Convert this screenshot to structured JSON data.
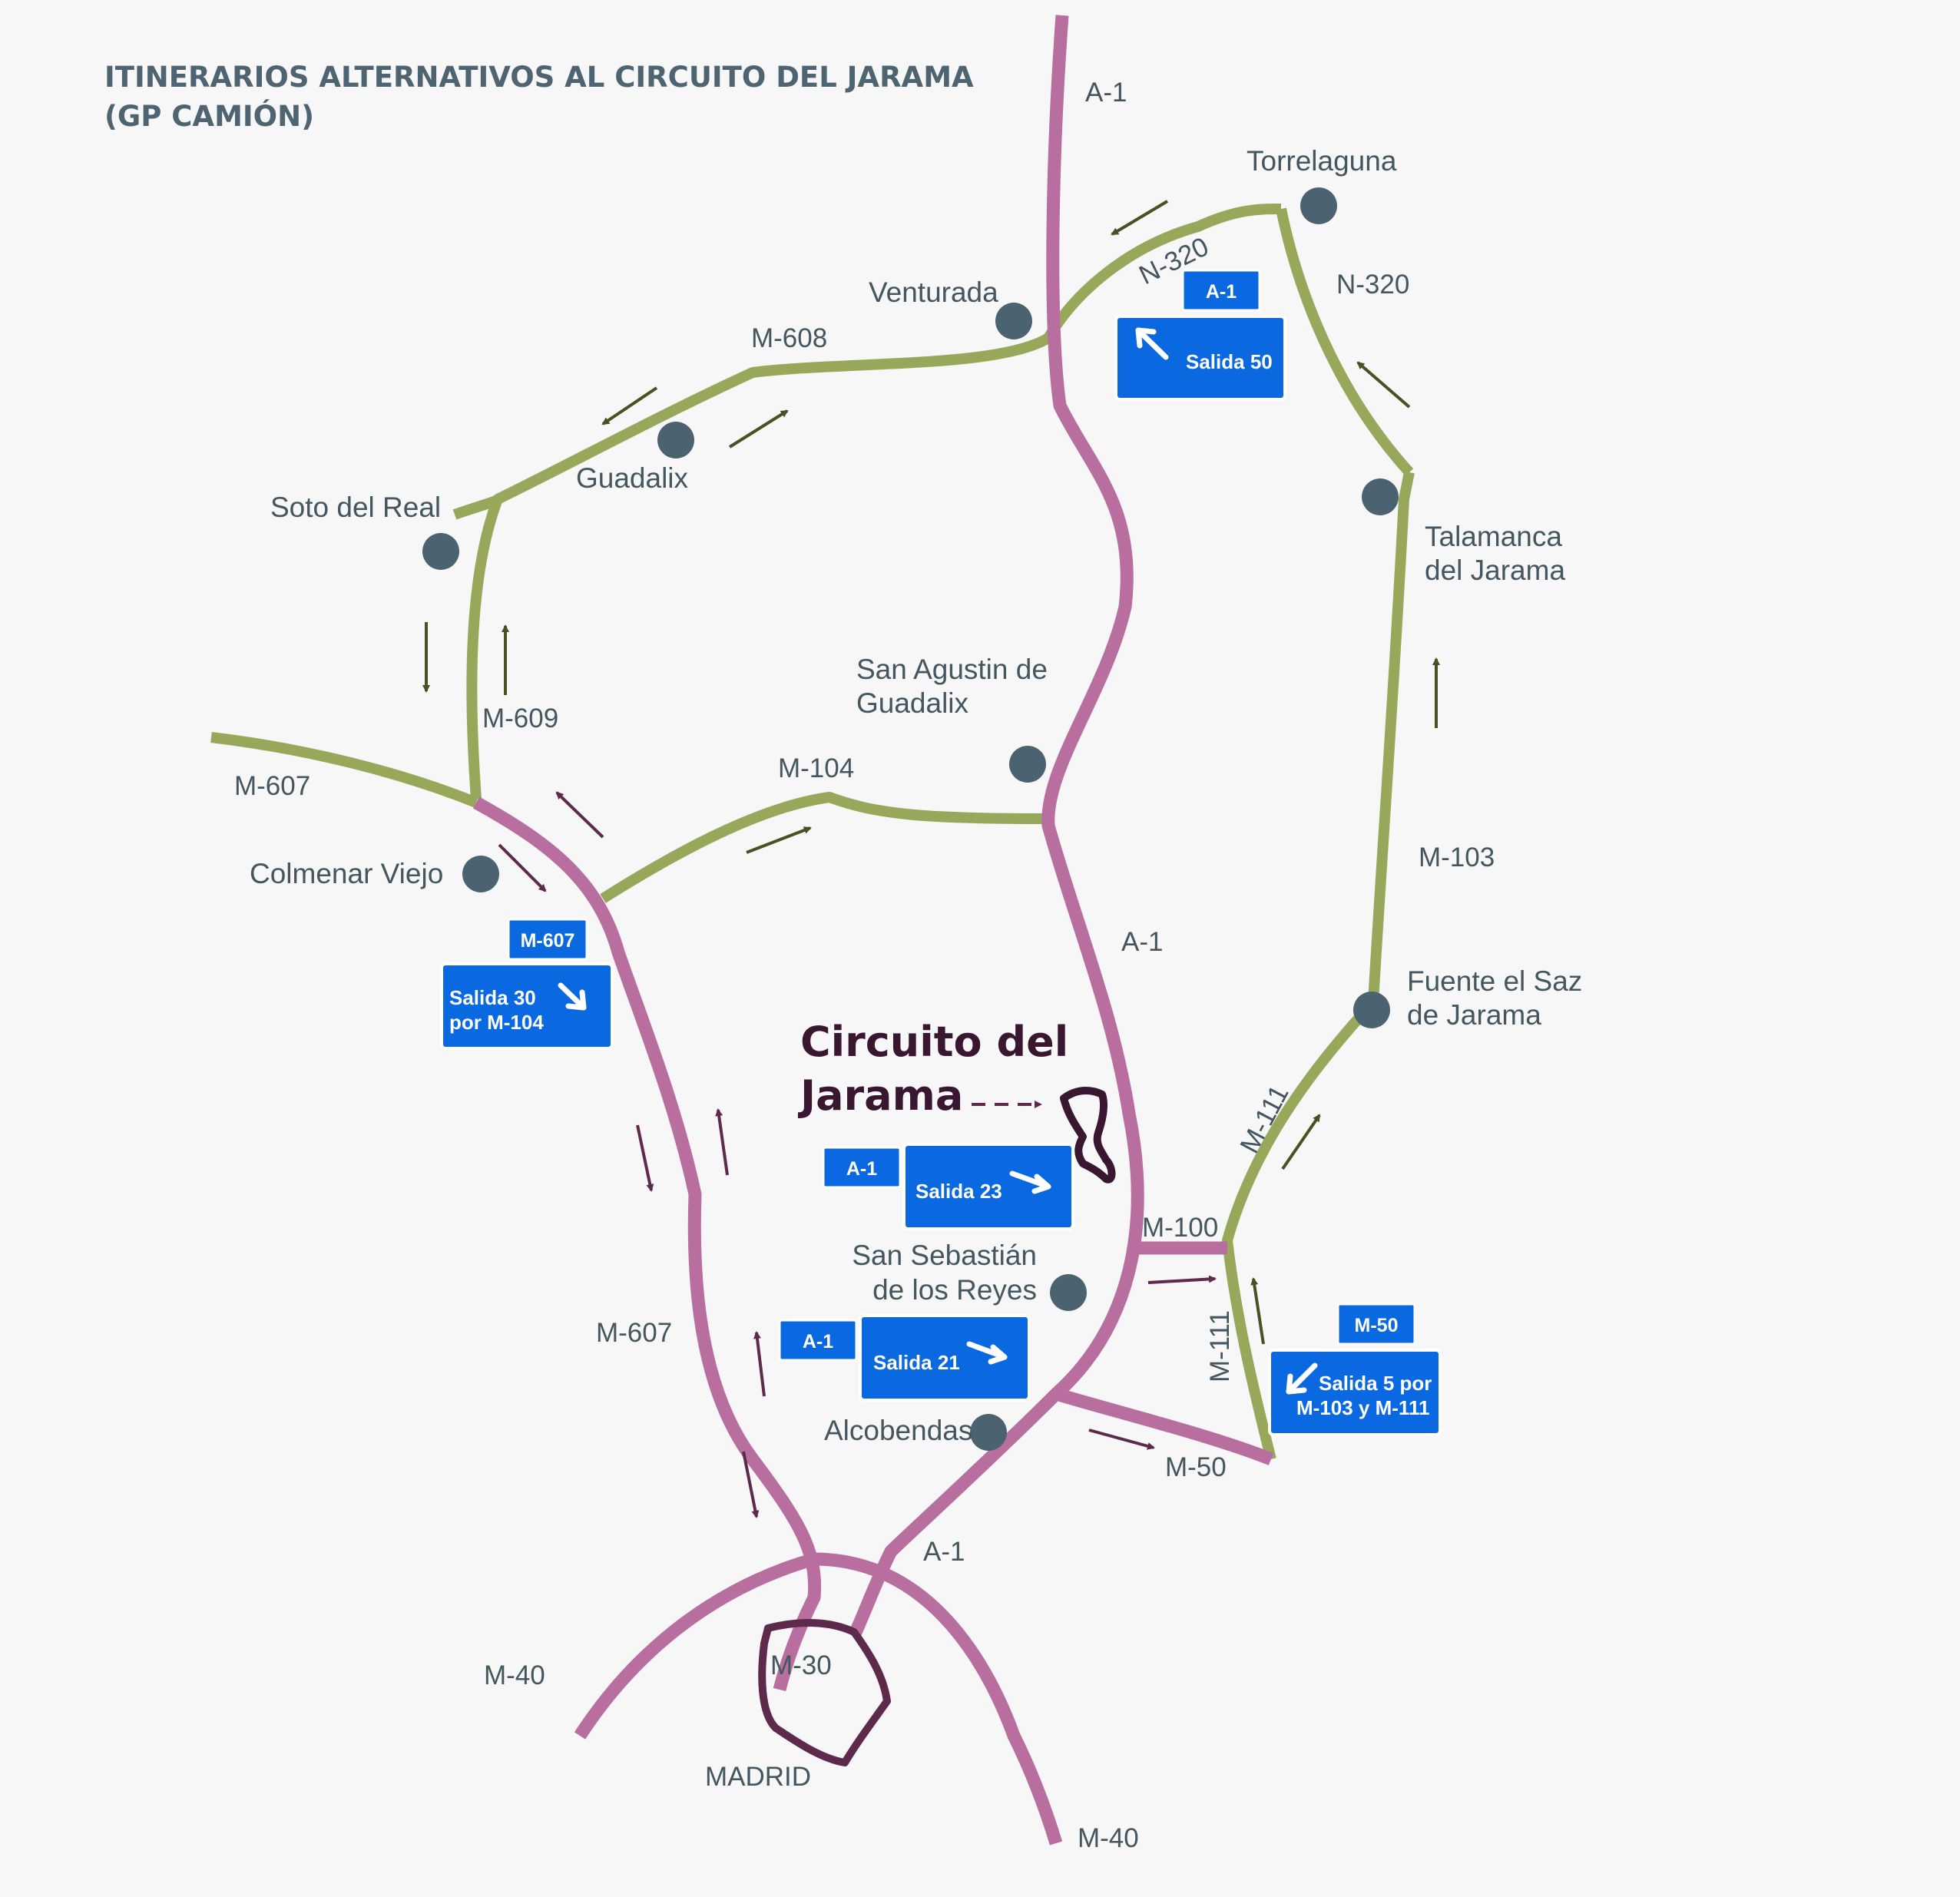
{
  "title": {
    "line1": "ITINERARIOS ALTERNATIVOS AL CIRCUITO DEL JARAMA",
    "line2": "(GP CAMIÓN)"
  },
  "colors": {
    "green_road": "#98a85a",
    "pink_road": "#b86f9f",
    "ring_road": "#5e2a4c",
    "town_dot": "#4b6270",
    "green_arrow": "#4b4f22",
    "purple_arrow": "#5e2a4c",
    "sign_blue": "#0a68e0"
  },
  "places": {
    "torrelaguna": "Torrelaguna",
    "venturada": "Venturada",
    "guadalix": "Guadalix",
    "soto_del_real": "Soto del Real",
    "talamanca_1": "Talamanca",
    "talamanca_2": "del Jarama",
    "san_agustin_1": "San Agustin de",
    "san_agustin_2": "Guadalix",
    "colmenar_viejo": "Colmenar Viejo",
    "fuente_el_saz_1": "Fuente el Saz",
    "fuente_el_saz_2": "de Jarama",
    "san_sebastian_1": "San Sebastián",
    "san_sebastian_2": "de los Reyes",
    "alcobendas": "Alcobendas",
    "madrid": "MADRID"
  },
  "roads": {
    "a1_north": "A-1",
    "n320_a": "N-320",
    "n320_b": "N-320",
    "m608": "M-608",
    "m609": "M-609",
    "m607_west": "M-607",
    "m104": "M-104",
    "m103": "M-103",
    "a1_mid": "A-1",
    "m111_a": "M-111",
    "m100": "M-100",
    "m111_b": "M-111",
    "m607_south": "M-607",
    "m50": "M-50",
    "a1_south": "A-1",
    "m40_west": "M-40",
    "m30": "M-30",
    "m40_south": "M-40"
  },
  "circuit": {
    "line1": "Circuito del",
    "line2": "Jarama"
  },
  "signs": {
    "a1_salida50": {
      "tag": "A-1",
      "text": "Salida 50"
    },
    "m607_salida30": {
      "tag": "M-607",
      "text1": "Salida 30",
      "text2": "por M-104"
    },
    "a1_salida23": {
      "tag": "A-1",
      "text": "Salida 23"
    },
    "a1_salida21": {
      "tag": "A-1",
      "text": "Salida 21"
    },
    "m50_salida5": {
      "tag": "M-50",
      "text1": "Salida 5 por",
      "text2": "M-103 y M-111"
    }
  }
}
